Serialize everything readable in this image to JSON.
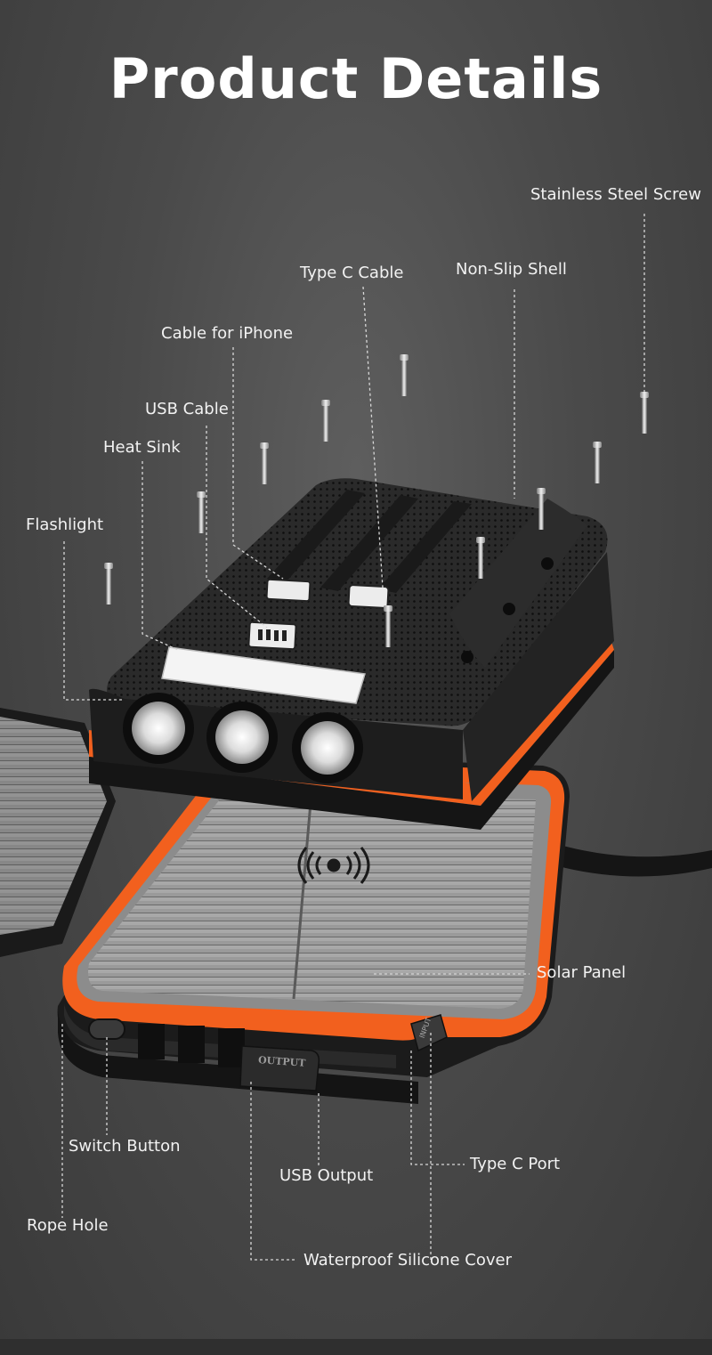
{
  "title": "Product Details",
  "callouts": {
    "stainless_steel_screw": "Stainless Steel Screw",
    "non_slip_shell": "Non-Slip Shell",
    "type_c_cable": "Type C Cable",
    "cable_for_iphone": "Cable for iPhone",
    "usb_cable": "USB Cable",
    "heat_sink": "Heat Sink",
    "flashlight": "Flashlight",
    "solar_panel": "Solar Panel",
    "switch_button": "Switch Button",
    "usb_output": "USB Output",
    "type_c_port": "Type C Port",
    "rope_hole": "Rope Hole",
    "waterproof_silicone_cover": "Waterproof Silicone Cover"
  },
  "device_print": {
    "port_label": "OUTPUT",
    "side_label": "INPUT"
  },
  "colors": {
    "accent_orange": "#f2601e",
    "shell_black": "#1e1e1e",
    "panel_grey": "#8a8a8a",
    "background": "#4a4a4a",
    "leader_line": "#d8d8d8"
  },
  "icons": [
    "wireless-charging-icon",
    "flashlight-lens-icon",
    "screw-icon"
  ]
}
